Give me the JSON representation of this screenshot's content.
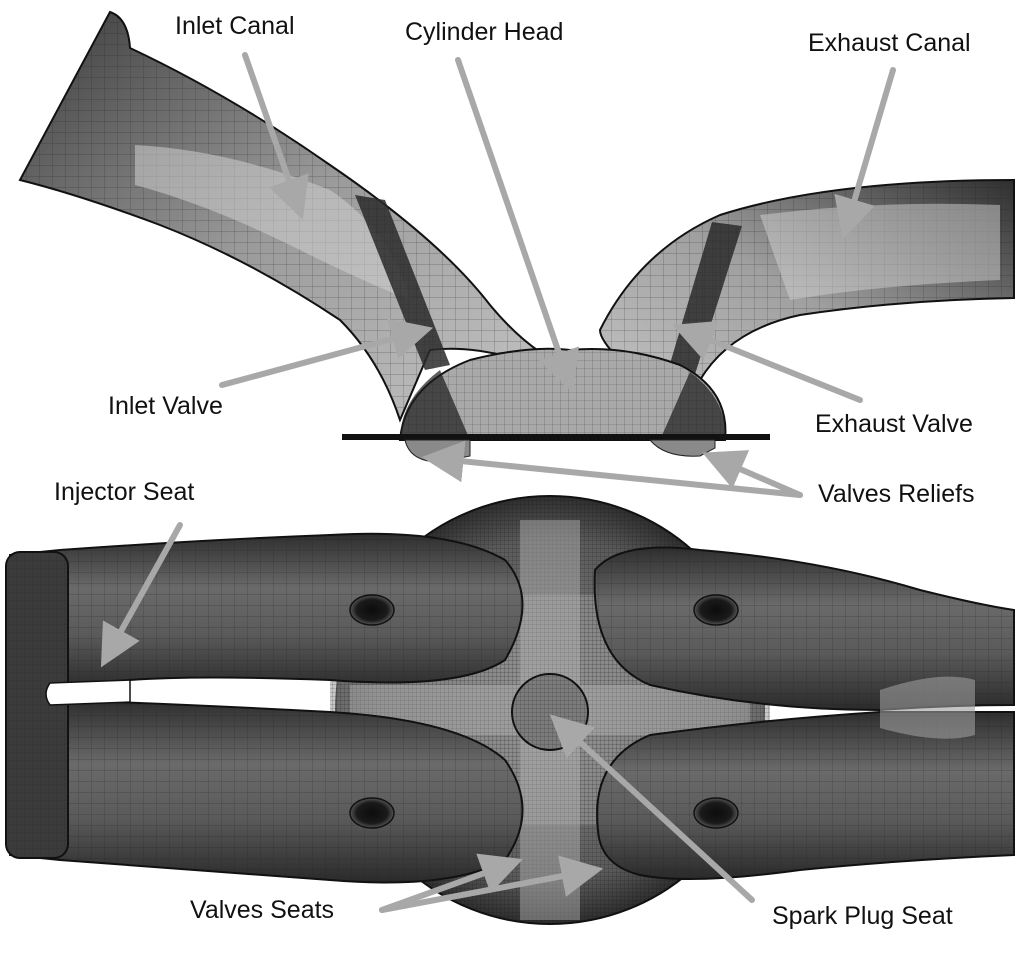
{
  "figure": {
    "labels": {
      "inlet_canal": "Inlet Canal",
      "cylinder_head": "Cylinder Head",
      "exhaust_canal": "Exhaust Canal",
      "inlet_valve": "Inlet Valve",
      "exhaust_valve": "Exhaust Valve",
      "valves_reliefs": "Valves Reliefs",
      "injector_seat": "Injector Seat",
      "valves_seats": "Valves Seats",
      "spark_plug_seat": "Spark Plug Seat"
    },
    "colors": {
      "background": "#ffffff",
      "mesh_dark": "#3a3a3a",
      "mesh_mid": "#6e6e6e",
      "mesh_light": "#b4b4b4",
      "leader_line": "#a8a8a8",
      "label_text": "#111111"
    },
    "views": [
      "cross-section-view",
      "top-view"
    ]
  }
}
